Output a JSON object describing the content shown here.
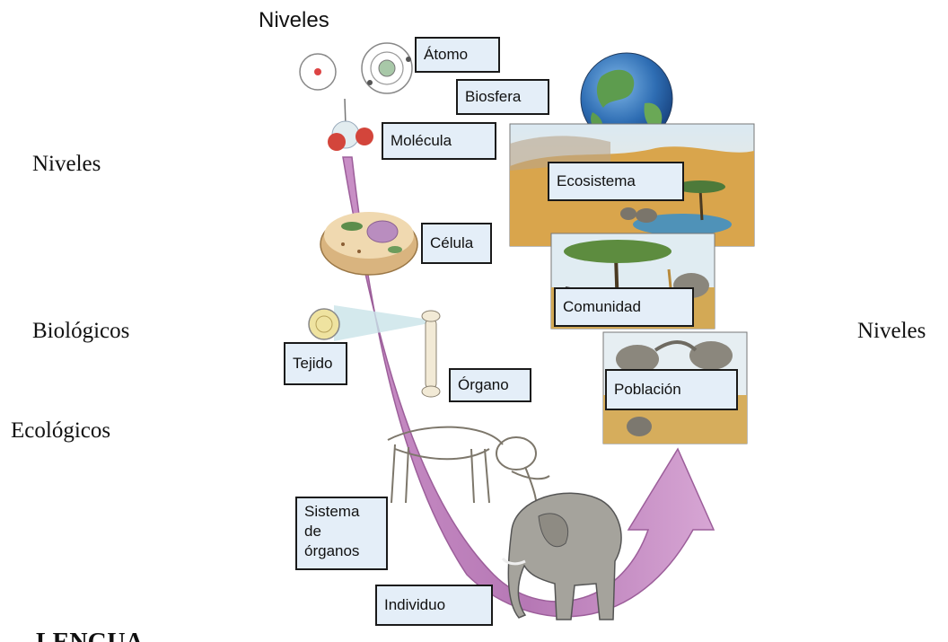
{
  "heading": "Niveles",
  "side_labels": {
    "left_niveles": "Niveles",
    "biologicos": "Biológicos",
    "ecologicos": "Ecológicos",
    "right_niveles": "Niveles"
  },
  "bottom_cut_text": "LENGUA",
  "levels": {
    "atomo": "Átomo",
    "biosfera": "Biosfera",
    "molecula": "Molécula",
    "ecosistema": "Ecosistema",
    "celula": "Célula",
    "comunidad": "Comunidad",
    "tejido": "Tejido",
    "organo": "Órgano",
    "poblacion": "Población",
    "sistema_line1": "Sistema",
    "sistema_line2": "de",
    "sistema_line3": "órganos",
    "individuo": "Individuo"
  }
}
